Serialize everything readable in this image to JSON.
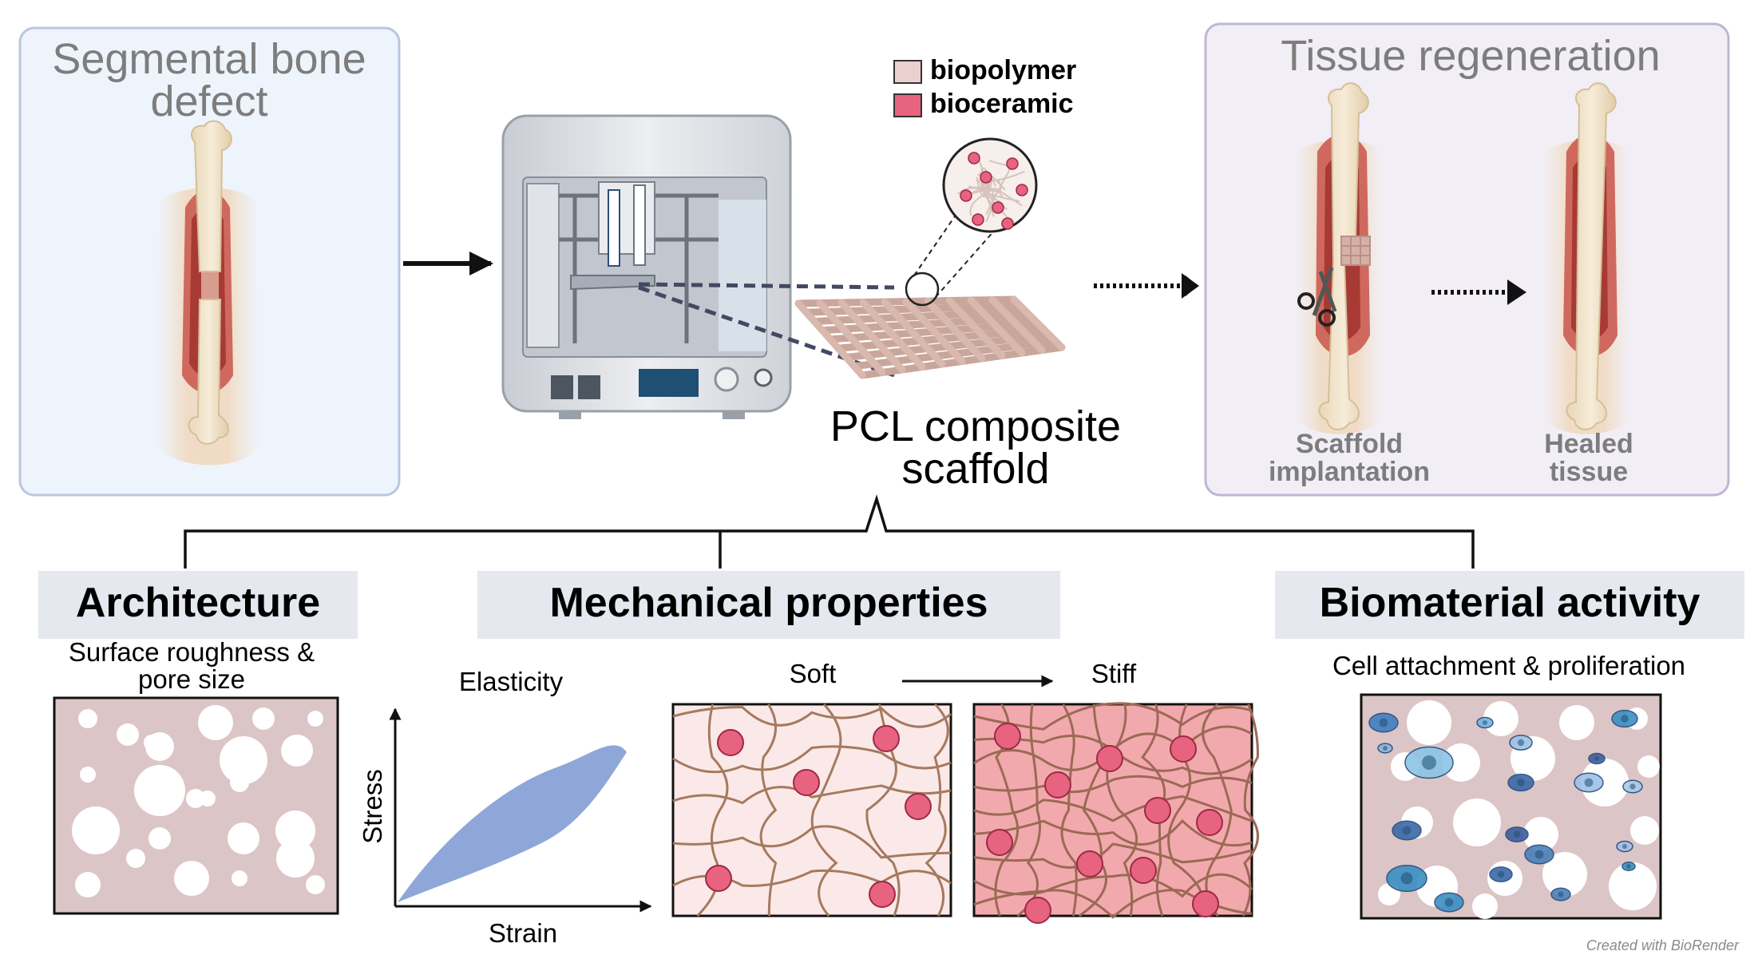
{
  "panels": {
    "defect": {
      "title_line1": "Segmental bone",
      "title_line2": "defect"
    },
    "regeneration": {
      "title": "Tissue regeneration",
      "scaffold_line1": "Scaffold",
      "scaffold_line2": "implantation",
      "healed_line1": "Healed",
      "healed_line2": "tissue"
    }
  },
  "legend": {
    "items": [
      {
        "label": "biopolymer",
        "color": "#ead0ce"
      },
      {
        "label": "bioceramic",
        "color": "#e8637f"
      }
    ]
  },
  "scaffold": {
    "line1": "PCL composite",
    "line2": "scaffold"
  },
  "sections": {
    "architecture": {
      "title": "Architecture",
      "sub1": "Surface roughness &",
      "sub2": "pore size"
    },
    "mechanical": {
      "title": "Mechanical properties",
      "elasticity": "Elasticity",
      "stress": "Stress",
      "strain": "Strain",
      "soft": "Soft",
      "stiff": "Stiff"
    },
    "biomaterial": {
      "title": "Biomaterial activity",
      "sub": "Cell attachment  & proliferation"
    }
  },
  "credit": "Created with BioRender",
  "colors": {
    "panel_blue": "#eef4fb",
    "panel_purple": "#f1eef6",
    "header_gray": "#e6e8ef",
    "pore_bg": "#dcc5c6",
    "soft_bg": "#fbe9e9",
    "stiff_bg": "#f2a9ad",
    "bioceramic": "#e8637f",
    "curve_fill": "#8fa7d8"
  },
  "icons": [
    "arrow-right-icon",
    "dotted-arrow-icon",
    "printer-icon",
    "bone-icon",
    "scissors-icon",
    "scaffold-mesh-icon",
    "magnifier-circle-icon"
  ]
}
